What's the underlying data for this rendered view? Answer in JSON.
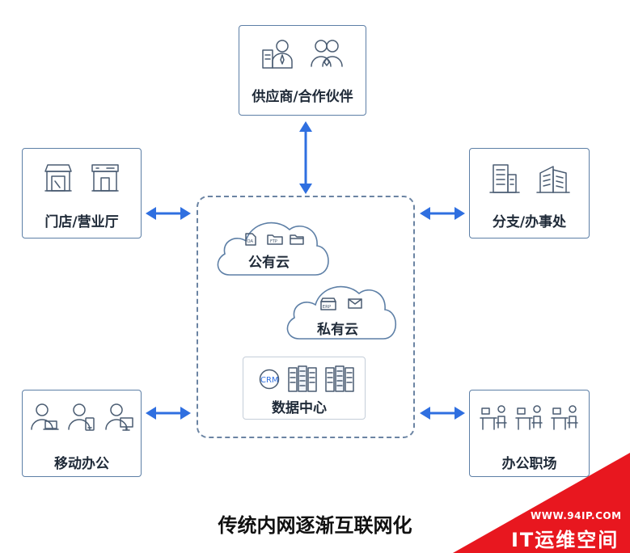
{
  "nodes": {
    "supplier": "供应商/合作伙伴",
    "store": "门店/营业厅",
    "branch": "分支/办事处",
    "mobile": "移动办公",
    "workplace": "办公职场"
  },
  "center": {
    "public_cloud": "公有云",
    "private_cloud": "私有云",
    "data_center": "数据中心",
    "icon_text": {
      "oa": "OA",
      "ftp": "FTP",
      "erp": "ERP",
      "crm": "CRM"
    }
  },
  "title": "传统内网逐渐互联网化",
  "watermark": {
    "url": "WWW.94IP.COM",
    "brand": "IT运维空间"
  },
  "colors": {
    "arrow": "#2f6fe0",
    "border": "#5d7fa6",
    "icon_stroke": "#4a5c72",
    "watermark_bg": "#e8171f"
  }
}
